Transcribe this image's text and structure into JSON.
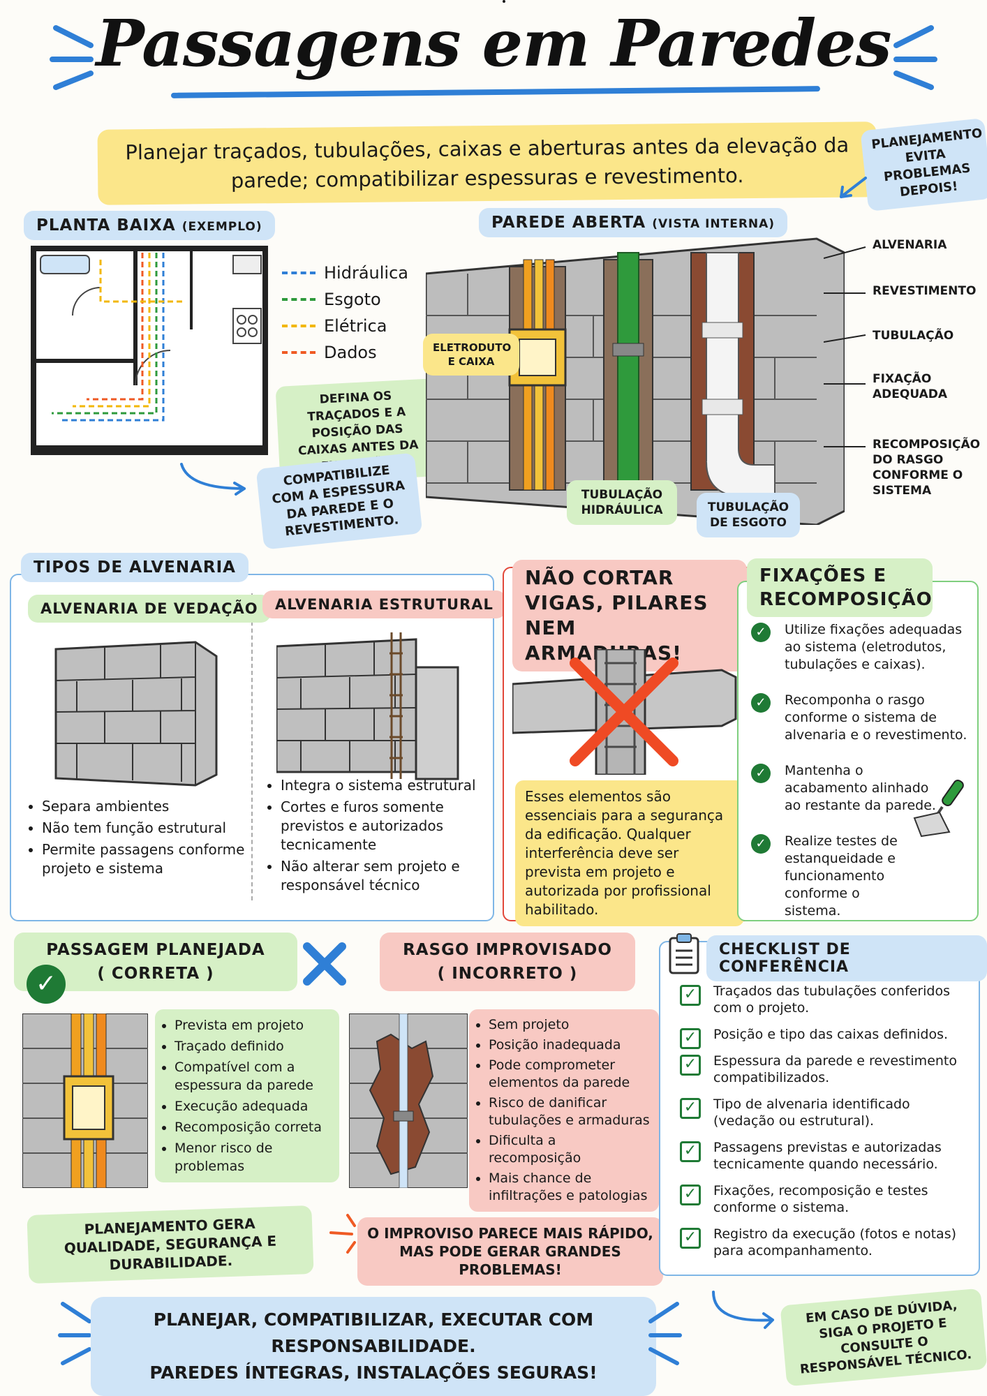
{
  "title": "Passagens em Paredes",
  "subtitle": "Planejar traçados, tubulações, caixas e aberturas antes da elevação da parede; compatibilizar espessuras e revestimento.",
  "top_note": "PLANEJAMENTO EVITA PROBLEMAS DEPOIS!",
  "plan": {
    "title": "PLANTA BAIXA",
    "title_suffix": "(EXEMPLO)",
    "legend": [
      {
        "label": "Hidráulica",
        "color": "#2f7fd6"
      },
      {
        "label": "Esgoto",
        "color": "#2e9a3c"
      },
      {
        "label": "Elétrica",
        "color": "#f2b705"
      },
      {
        "label": "Dados",
        "color": "#ef5a24"
      }
    ],
    "note_define": "DEFINA OS TRAÇADOS E A POSIÇÃO DAS CAIXAS ANTES DA EXECUÇÃO.",
    "note_compat": "COMPATIBILIZE COM A ESPESSURA DA PAREDE E O REVESTIMENTO."
  },
  "wall": {
    "title": "PAREDE ABERTA",
    "title_suffix": "(VISTA INTERNA)",
    "label_eletroduto": "ELETRODUTO E CAIXA",
    "label_hidraulica": "TUBULAÇÃO HIDRÁULICA",
    "label_esgoto": "TUBULAÇÃO DE ESGOTO",
    "callouts": [
      "ALVENARIA",
      "REVESTIMENTO",
      "TUBULAÇÃO",
      "FIXAÇÃO ADEQUADA",
      "RECOMPOSIÇÃO DO RASGO CONFORME O SISTEMA"
    ]
  },
  "types": {
    "title": "TIPOS DE ALVENARIA",
    "vedacao": {
      "title": "ALVENARIA DE VEDAÇÃO",
      "items": [
        "Separa ambientes",
        "Não tem função estrutural",
        "Permite passagens conforme projeto e sistema"
      ]
    },
    "estrutural": {
      "title": "ALVENARIA ESTRUTURAL",
      "items": [
        "Integra o sistema estrutural",
        "Cortes e furos somente previstos e autorizados tecnicamente",
        "Não alterar sem projeto e responsável técnico"
      ]
    }
  },
  "warning": {
    "title": "NÃO CORTAR VIGAS, PILARES NEM ARMADURAS!",
    "text": "Esses elementos são essenciais para a segurança da edificação. Qualquer interferência deve ser prevista em projeto e autorizada por profissional habilitado."
  },
  "fix": {
    "title": "FIXAÇÕES E RECOMPOSIÇÃO",
    "items": [
      "Utilize fixações adequadas ao sistema (eletrodutos, tubulações e caixas).",
      "Recomponha o rasgo conforme o sistema de alvenaria e o revestimento.",
      "Mantenha o acabamento alinhado ao restante da parede.",
      "Realize testes de estanqueidade e funcionamento conforme o sistema."
    ]
  },
  "planned": {
    "title": "PASSAGEM PLANEJADA",
    "subtitle": "( CORRETA )",
    "items": [
      "Prevista em projeto",
      "Traçado definido",
      "Compatível com a espessura da parede",
      "Execução adequada",
      "Recomposição correta",
      "Menor risco de problemas"
    ],
    "footer": "PLANEJAMENTO GERA QUALIDADE, SEGURANÇA E DURABILIDADE."
  },
  "improvised": {
    "title": "RASGO IMPROVISADO",
    "subtitle": "( INCORRETO )",
    "items": [
      "Sem projeto",
      "Posição inadequada",
      "Pode comprometer elementos da parede",
      "Risco de danificar tubulações e armaduras",
      "Dificulta a recomposição",
      "Mais chance de infiltrações e patologias"
    ],
    "footer": "O IMPROVISO PARECE MAIS RÁPIDO, MAS PODE GERAR GRANDES PROBLEMAS!"
  },
  "checklist": {
    "title": "CHECKLIST DE CONFERÊNCIA",
    "items": [
      "Traçados das tubulações conferidos com o projeto.",
      "Posição e tipo das caixas definidos.",
      "Espessura da parede e revestimento compatibilizados.",
      "Tipo de alvenaria identificado (vedação ou estrutural).",
      "Passagens previstas e autorizadas tecnicamente quando necessário.",
      "Fixações, recomposição e testes conforme o sistema.",
      "Registro da execução (fotos e notas) para acompanhamento."
    ]
  },
  "footer": {
    "banner_line1": "PLANEJAR, COMPATIBILIZAR, EXECUTAR COM RESPONSABILIDADE.",
    "banner_line2": "PAREDES ÍNTEGRAS, INSTALAÇÕES SEGURAS!",
    "note": "EM CASO DE DÚVIDA, SIGA O PROJETO E CONSULTE O RESPONSÁVEL TÉCNICO."
  }
}
